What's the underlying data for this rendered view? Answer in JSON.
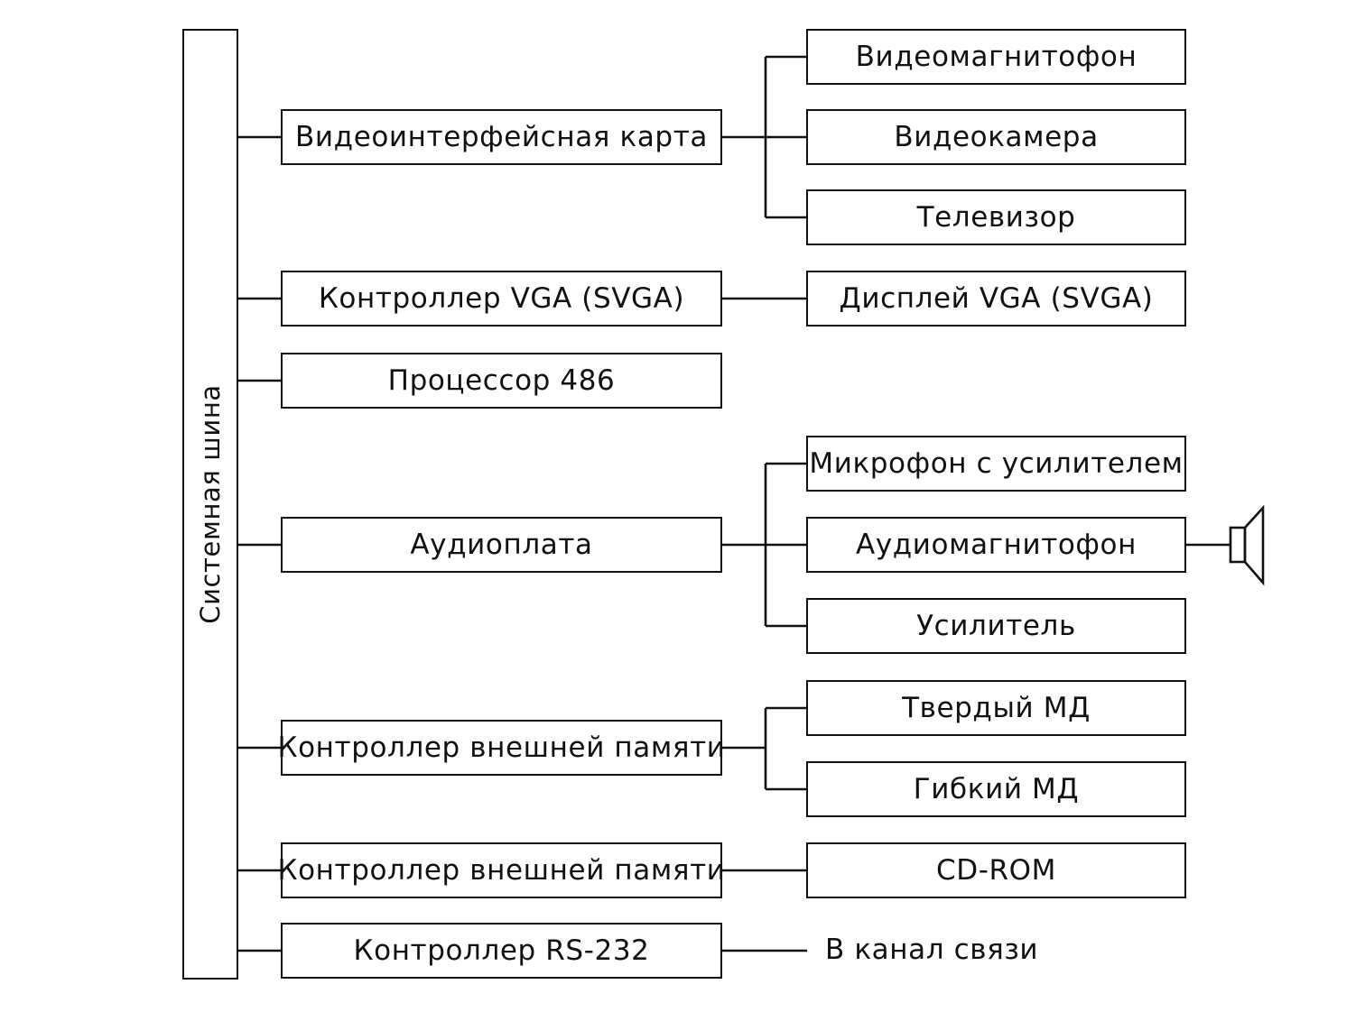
{
  "diagram": {
    "bus_label": "Системная шина",
    "controllers": {
      "video_card": "Видеоинтерфейсная карта",
      "vga_controller": "Контроллер VGA (SVGA)",
      "cpu": "Процессор 486",
      "audio_card": "Аудиоплата",
      "ext_memory_1": "Контроллер внешней памяти",
      "ext_memory_2": "Контроллер внешней памяти",
      "rs232": "Контроллер RS-232"
    },
    "devices": {
      "vcr": "Видеомагнитофон",
      "videocamera": "Видеокамера",
      "tv": "Телевизор",
      "vga_display": "Дисплей VGA (SVGA)",
      "microphone": "Микрофон с усилителем",
      "audio_recorder": "Аудиомагнитофон",
      "amplifier": "Усилитель",
      "hdd": "Твердый МД",
      "fdd": "Гибкий МД",
      "cdrom": "CD-ROM"
    },
    "channel_label": "В канал связи"
  }
}
